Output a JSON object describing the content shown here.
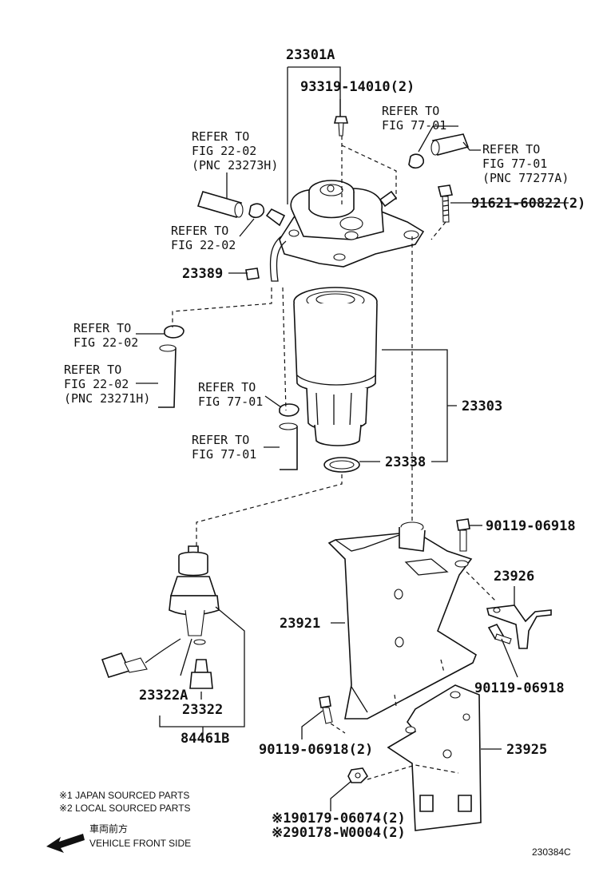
{
  "labels": {
    "p23301A": "23301A",
    "p93319": "93319-14010(2)",
    "p91621": "91621-60822(2)",
    "p23389": "23389",
    "p23303": "23303",
    "p23338": "23338",
    "p90119_top": "90119-06918",
    "p23926": "23926",
    "p23921": "23921",
    "p90119_mid": "90119-06918",
    "p23322A": "23322A",
    "p23322": "23322",
    "p84461B": "84461B",
    "p90119_low": "90119-06918(2)",
    "p23925": "23925",
    "p90179": "※190179-06074(2)",
    "p90178": "※290178-W0004(2)"
  },
  "refs": {
    "r1": [
      "REFER TO",
      "FIG 22-02",
      "(PNC 23273H)"
    ],
    "r2": [
      "REFER TO",
      "FIG 77-01"
    ],
    "r3": [
      "REFER TO",
      "FIG 77-01",
      "(PNC 77277A)"
    ],
    "r4": [
      "REFER TO",
      "FIG 22-02"
    ],
    "r5": [
      "REFER TO",
      "FIG 22-02"
    ],
    "r6": [
      "REFER TO",
      "FIG 22-02",
      "(PNC 23271H)"
    ],
    "r7": [
      "REFER TO",
      "FIG 77-01"
    ],
    "r8": [
      "REFER TO",
      "FIG 77-01"
    ]
  },
  "notes": {
    "note1": "※1 JAPAN SOURCED PARTS",
    "note2": "※2 LOCAL SOURCED PARTS",
    "front_jp": "車両前方",
    "front_en": "VEHICLE FRONT SIDE",
    "diagram_code": "230384C"
  },
  "icons": {
    "front_arrow": "arrow-left-icon"
  }
}
